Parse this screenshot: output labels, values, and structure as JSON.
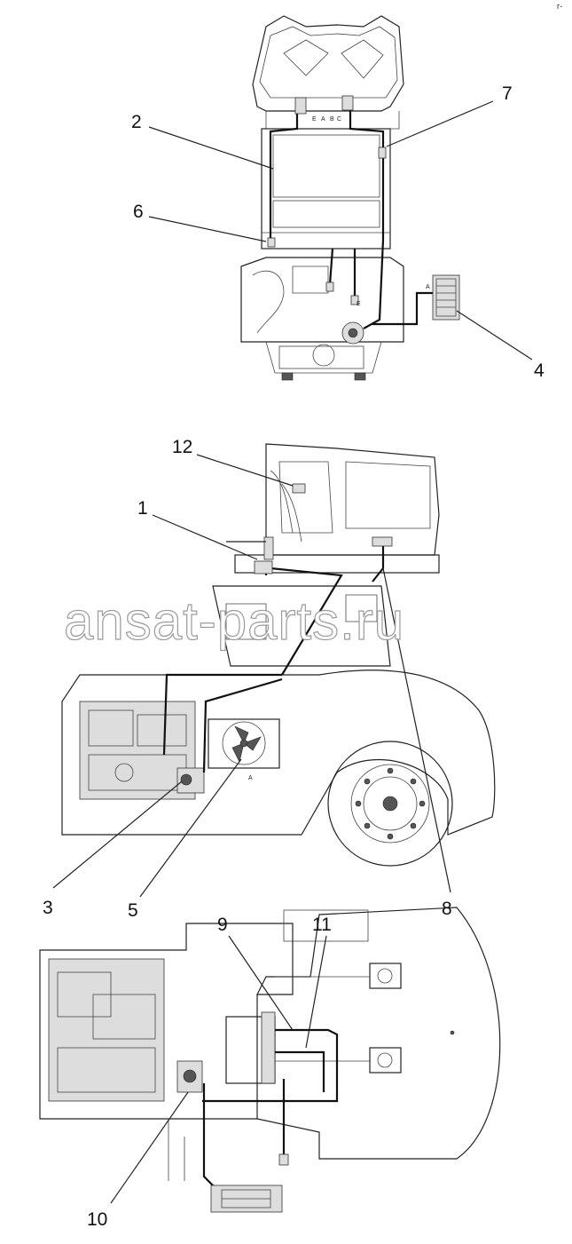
{
  "callouts": [
    {
      "id": "1",
      "label": "1"
    },
    {
      "id": "2",
      "label": "2"
    },
    {
      "id": "3",
      "label": "3"
    },
    {
      "id": "4",
      "label": "4"
    },
    {
      "id": "5",
      "label": "5"
    },
    {
      "id": "6",
      "label": "6"
    },
    {
      "id": "7",
      "label": "7"
    },
    {
      "id": "8",
      "label": "8"
    },
    {
      "id": "9",
      "label": "9"
    },
    {
      "id": "10",
      "label": "10"
    },
    {
      "id": "11",
      "label": "11"
    },
    {
      "id": "12",
      "label": "12"
    }
  ],
  "small_marks": {
    "a_top": "A",
    "a_right": "A",
    "b_mid": "B",
    "e_left": "E",
    "c_mid": "C",
    "e_lower": "E",
    "a_side": "A"
  },
  "corner_mark": "г-",
  "watermark": "ansat-parts.ru"
}
